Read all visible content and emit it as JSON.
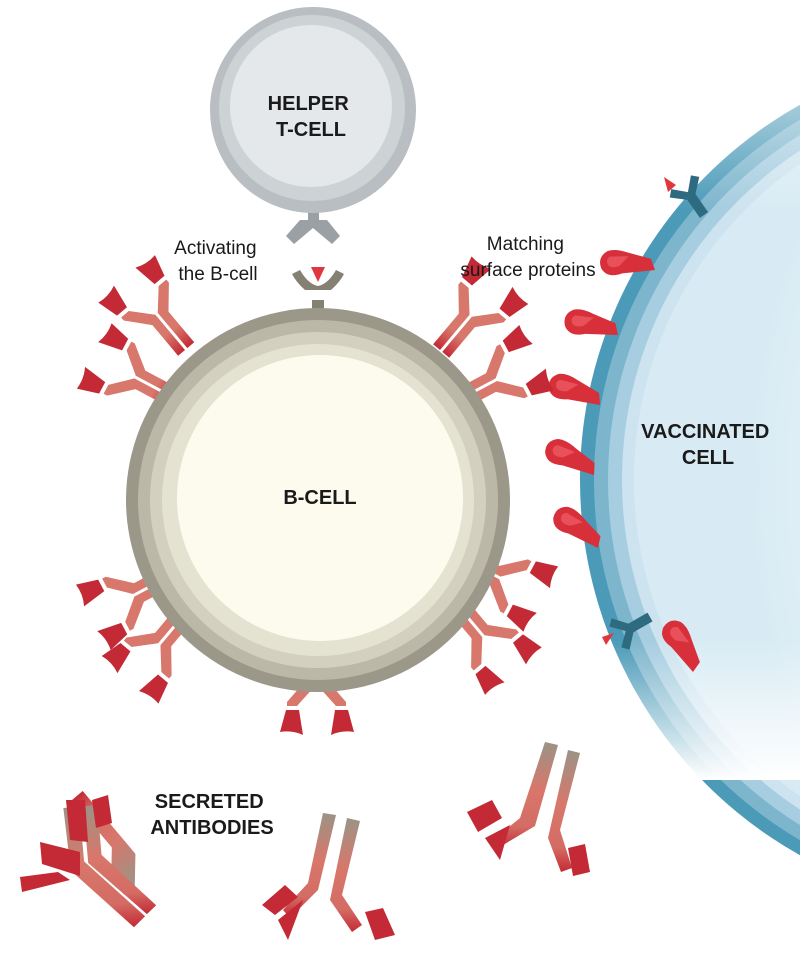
{
  "labels": {
    "helper_t_cell": [
      "HELPER",
      "T-CELL"
    ],
    "activating": [
      "Activating",
      "the B-cell"
    ],
    "matching": [
      "Matching",
      "surface proteins"
    ],
    "b_cell": "B-CELL",
    "vaccinated_cell": [
      "VACCINATED",
      "CELL"
    ],
    "secreted_antibodies": [
      "SECRETED",
      "ANTIBODIES"
    ]
  },
  "colors": {
    "antibody_red": "#c32a35",
    "antibody_pink": "#d8776b",
    "antibody_gray": "#9a9486",
    "protein_red": "#d8303a",
    "b_cell_outer": "#9b988a",
    "b_cell_inner": "#fdfbee",
    "t_cell_outer": "#b9bec2",
    "t_cell_inner": "#e4e8eb",
    "vaccinated_membrane": "#4a9ab8",
    "vaccinated_inner": "#f2f8fc",
    "receptor_teal": "#2e6b80"
  }
}
